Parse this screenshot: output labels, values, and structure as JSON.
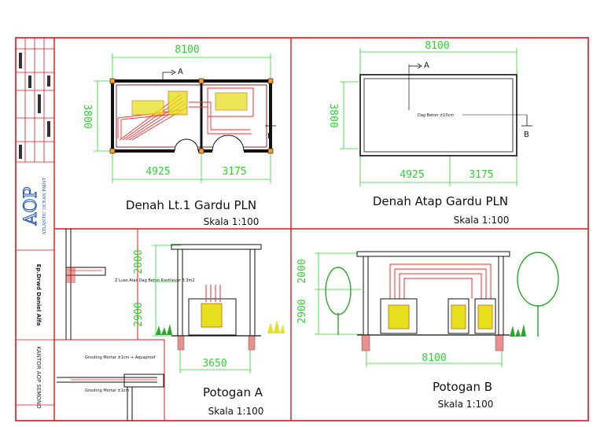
{
  "colors": {
    "frame": "#e0141e",
    "dim": "#2bd62b",
    "ink": "#111111",
    "cable": "#ff2a2a",
    "equip": "#e6e01e",
    "foliage": "#28a728",
    "rebar": "#ff9c2a",
    "wall": "#8a2a2a"
  },
  "title_block": {
    "company": "ATLANTIC OCEAN PAINT",
    "logo_text": "AOP",
    "drawn_by": "Ep.Drwd Daniel Alfa",
    "project": "KANTOR AOP SEMONO"
  },
  "panel1": {
    "dim_width": "8100",
    "dim_height": "3800",
    "dim_left": "4925",
    "dim_right": "3175",
    "section_a": "A",
    "section_b": "B",
    "title": "Denah Lt.1 Gardu PLN",
    "scale": "Skala 1:100"
  },
  "panel2": {
    "dim_width": "8100",
    "dim_height": "3800",
    "dim_left": "4925",
    "dim_right": "3175",
    "section_a": "A",
    "section_b": "B",
    "roof_note": "Dag Beton ±10cm",
    "title": "Denah Atap Gardu PLN",
    "scale": "Skala 1:100"
  },
  "panel3": {
    "detail1_note": "Z Luas Atas Dag Beton Kantilever 3.3m2",
    "detail2_note_top": "Grouting Mortar ±1cm + Aquaproof",
    "detail2_note_bottom": "Grouting Mortar ±1cm",
    "dim_2000": "2000",
    "dim_2900": "2900",
    "dim_3650": "3650",
    "title": "Potogan A",
    "scale": "Skala 1:100"
  },
  "panel4": {
    "dim_2000": "2000",
    "dim_2900": "2900",
    "dim_8100": "8100",
    "title": "Potogan B",
    "scale": "Skala 1:100"
  }
}
